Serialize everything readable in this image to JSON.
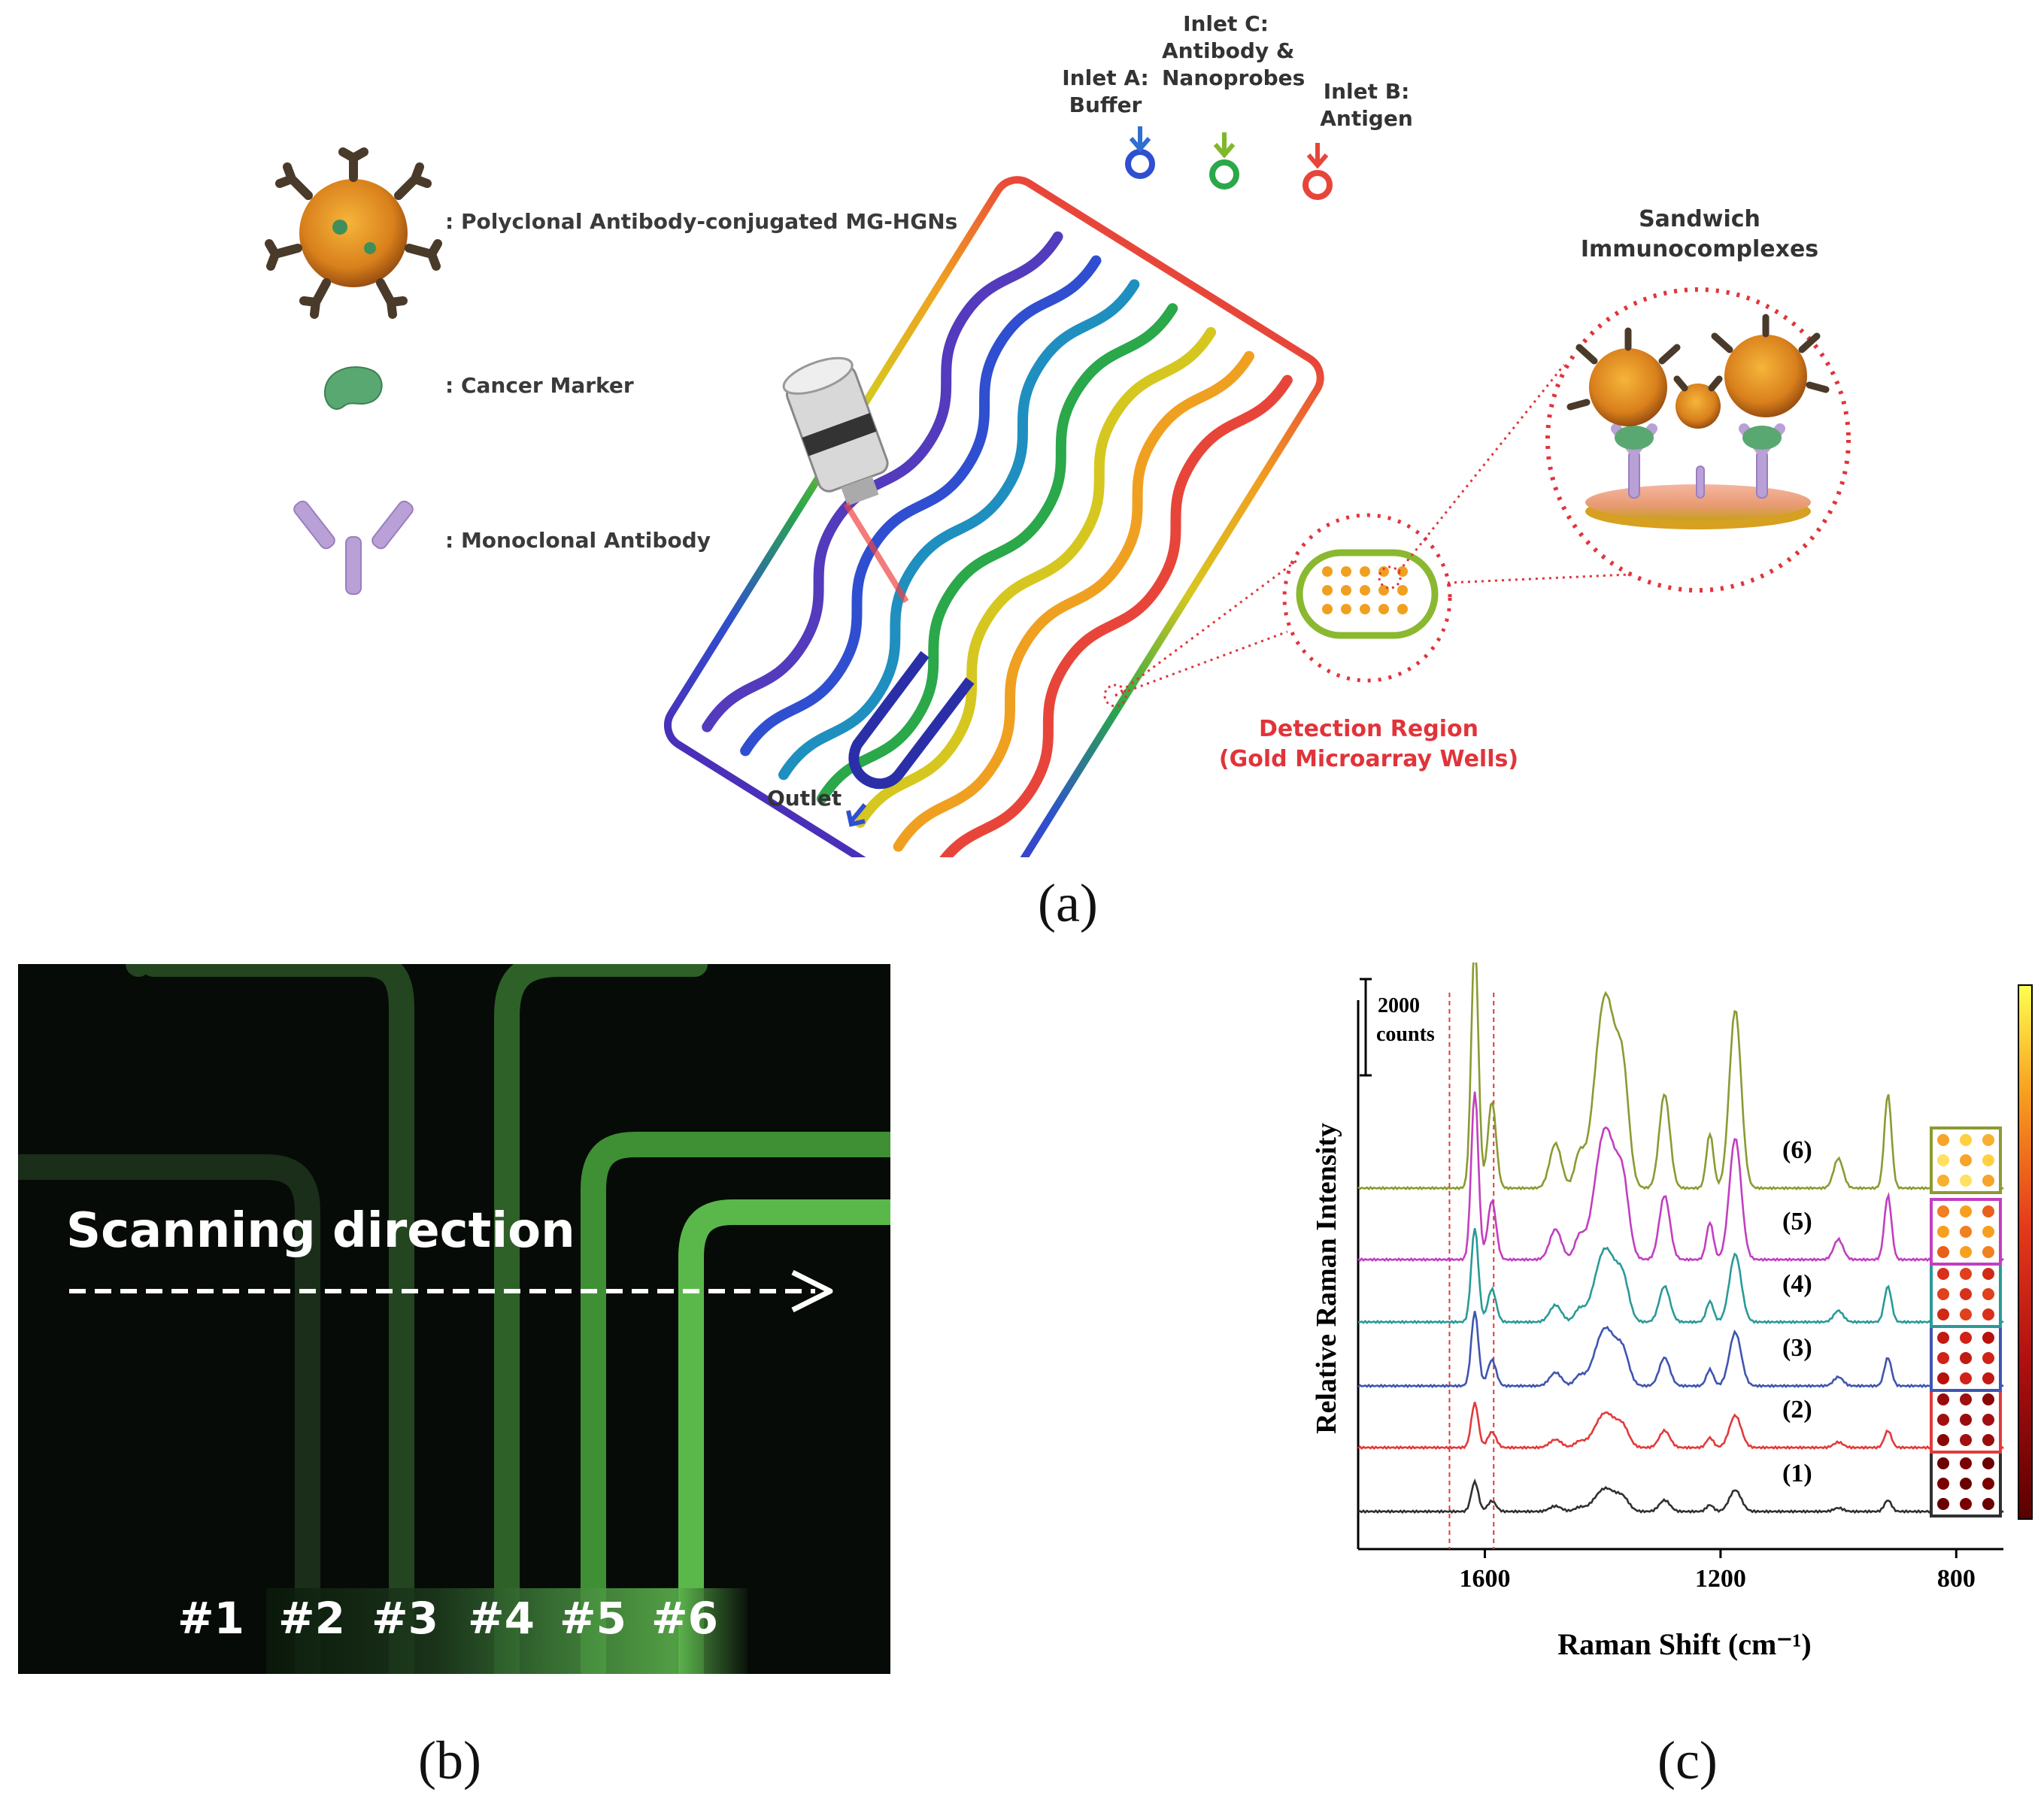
{
  "panel_a": {
    "legend": [
      {
        "label": ": Polyclonal Antibody-conjugated MG-HGNs"
      },
      {
        "label": ": Cancer Marker"
      },
      {
        "label": ": Monoclonal Antibody"
      }
    ],
    "inlets": {
      "a_line1": "Inlet A:",
      "a_line2": "Buffer",
      "c_line1": "Inlet C:",
      "c_line2": "Antibody &",
      "c_line3": "Nanoprobes",
      "b_line1": "Inlet B:",
      "b_line2": "Antigen"
    },
    "outlet": "Outlet",
    "detection_line1": "Detection Region",
    "detection_line2": "(Gold Microarray Wells)",
    "sandwich_line1": "Sandwich",
    "sandwich_line2": "Immunocomplexes",
    "label": "(a)"
  },
  "panel_b": {
    "scan_text": "Scanning direction",
    "channels": [
      "#1",
      "#2",
      "#3",
      "#4",
      "#5",
      "#6"
    ],
    "label": "(b)"
  },
  "panel_c": {
    "label": "(c)",
    "colors": {
      "s1": "#303030",
      "s2": "#e23a3a",
      "s3": "#3f55b0",
      "s4": "#2a9a98",
      "s5": "#c23fc0",
      "s6": "#8b9a32"
    },
    "chart_data": {
      "type": "line",
      "xlabel": "Raman Shift (cm⁻¹)",
      "ylabel": "Relative Raman Intensity",
      "x_ticks": [
        1600,
        1200,
        800
      ],
      "xlim": [
        1815,
        720
      ],
      "scale_bar_line1": "2000",
      "scale_bar_line2": "counts",
      "series": [
        {
          "name": "(1)",
          "peak_scale": 0.12
        },
        {
          "name": "(2)",
          "peak_scale": 0.18
        },
        {
          "name": "(3)",
          "peak_scale": 0.3
        },
        {
          "name": "(4)",
          "peak_scale": 0.38
        },
        {
          "name": "(5)",
          "peak_scale": 0.68
        },
        {
          "name": "(6)",
          "peak_scale": 1.0
        }
      ],
      "dashed_lines_x": [
        1660,
        1585
      ]
    }
  }
}
